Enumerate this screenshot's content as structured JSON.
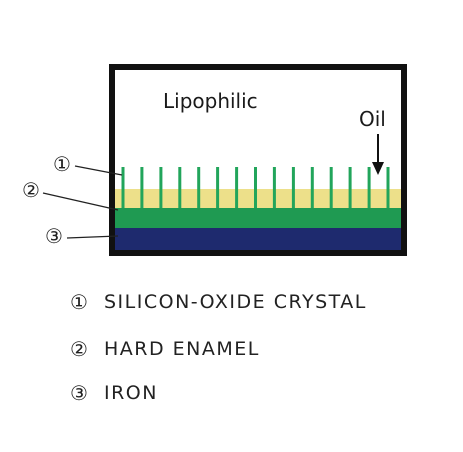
{
  "diagram": {
    "label_lipophilic": "Lipophilic",
    "label_oil": "Oil",
    "callouts": [
      "①",
      "②",
      "③"
    ],
    "teeth_count": 15,
    "colors": {
      "frame": "#111111",
      "oil": "#ede08a",
      "crystal": "#22a55b",
      "enamel": "#1f9a52",
      "iron": "#1e2a6e"
    }
  },
  "legend": [
    {
      "num": "①",
      "text": "SILICON-OXIDE CRYSTAL"
    },
    {
      "num": "②",
      "text": "HARD ENAMEL"
    },
    {
      "num": "③",
      "text": "IRON"
    }
  ]
}
